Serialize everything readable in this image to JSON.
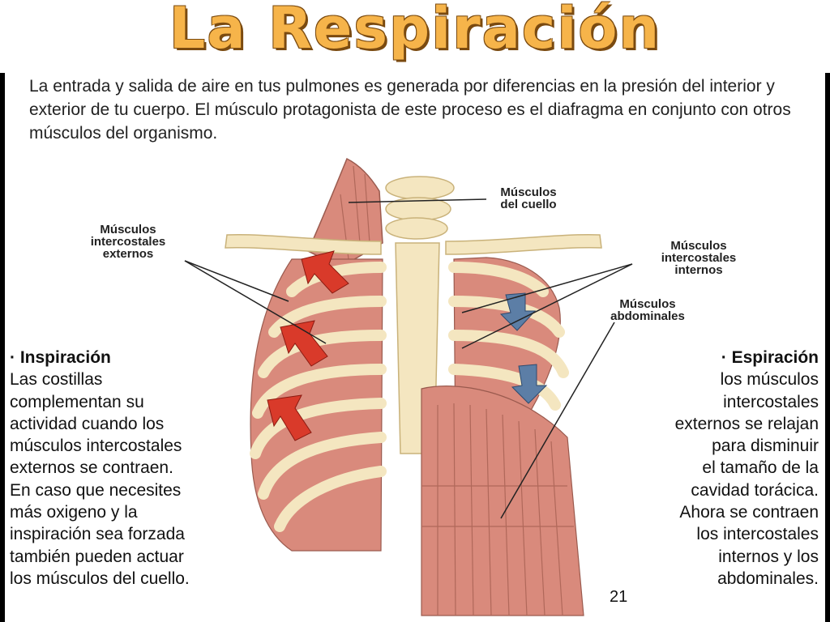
{
  "slide": {
    "title": "La Respiración",
    "intro": "La entrada y salida de aire en tus pulmones es generada por diferencias en la presión del interior y exterior de tu cuerpo. El músculo protagonista de este proceso es el diafragma en conjunto con otros músculos del organismo.",
    "labels": {
      "neck_line1": "Músculos",
      "neck_line2": "del cuello",
      "ext_line1": "Músculos",
      "ext_line2": "intercostales",
      "ext_line3": "externos",
      "int_line1": "Músculos",
      "int_line2": "intercostales",
      "int_line3": "internos",
      "abd_line1": "Músculos",
      "abd_line2": "abdominales"
    },
    "inspiracion": {
      "heading": "· Inspiración",
      "lines": [
        "Las costillas",
        "complementan su",
        "actividad cuando los",
        "músculos intercostales",
        "externos se contraen.",
        "En caso que necesites",
        "más oxigeno y la",
        "inspiración sea forzada",
        "también pueden actuar",
        "los músculos del cuello."
      ]
    },
    "espiracion": {
      "heading": "· Espiración",
      "lines": [
        "los músculos",
        "intercostales",
        "externos se relajan",
        "para disminuir",
        "el tamaño de la",
        "cavidad torácica.",
        "Ahora se contraen",
        "los intercostales",
        "internos y los",
        "abdominales."
      ]
    },
    "page_number": "21",
    "colors": {
      "title": "#f6b44a",
      "bone": "#f4e6c0",
      "muscle": "#d98a7c",
      "arrow_inspiration": "#d93a2a",
      "arrow_expiration": "#5c7ea6"
    }
  }
}
